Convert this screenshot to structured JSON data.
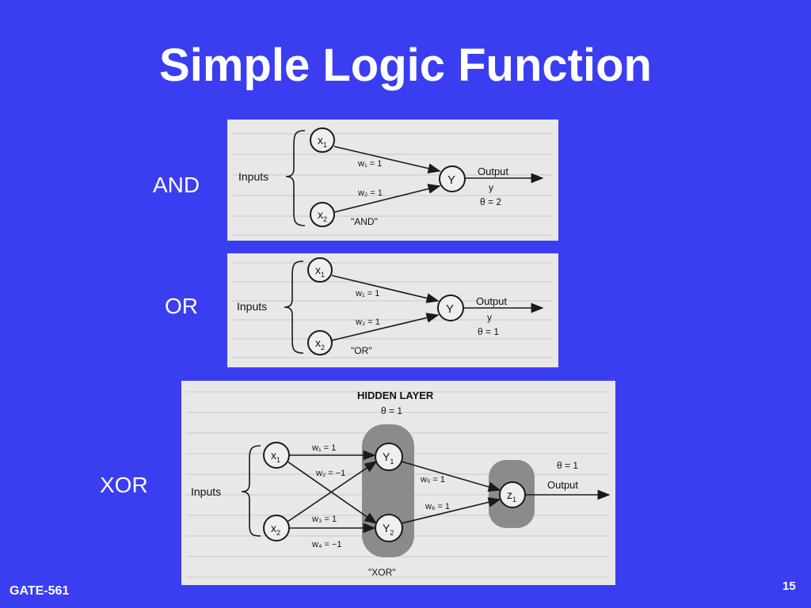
{
  "slide": {
    "title": "Simple Logic Function",
    "footer": "GATE-561",
    "page_number": "15"
  },
  "labels": {
    "and": "AND",
    "or": "OR",
    "xor": "XOR"
  },
  "and_diagram": {
    "inputs_label": "Inputs",
    "x1": "x",
    "x1_sub": "1",
    "x2": "x",
    "x2_sub": "2",
    "w1": "w₁ = 1",
    "w2": "w₂ = 1",
    "y": "Y",
    "output": "Output",
    "output_var": "y",
    "theta": "θ = 2",
    "caption": "\"AND\""
  },
  "or_diagram": {
    "inputs_label": "Inputs",
    "x1": "x",
    "x1_sub": "1",
    "x2": "x",
    "x2_sub": "2",
    "w1": "w₁ = 1",
    "w2": "w₂ = 1",
    "y": "Y",
    "output": "Output",
    "output_var": "y",
    "theta": "θ = 1",
    "caption": "\"OR\""
  },
  "xor_diagram": {
    "hidden_layer": "HIDDEN LAYER",
    "hidden_theta": "θ = 1",
    "inputs_label": "Inputs",
    "x1": "x",
    "x1_sub": "1",
    "x2": "x",
    "x2_sub": "2",
    "y1": "Y",
    "y1_sub": "1",
    "y2": "Y",
    "y2_sub": "2",
    "z1": "z",
    "z1_sub": "1",
    "w1": "w₁ = 1",
    "w2": "w₂ = −1",
    "w3": "w₃ = 1",
    "w4": "w₄ = −1",
    "w5": "w₅ = 1",
    "w6": "w₆ = 1",
    "theta": "θ = 1",
    "output": "Output",
    "caption": "\"XOR\""
  }
}
